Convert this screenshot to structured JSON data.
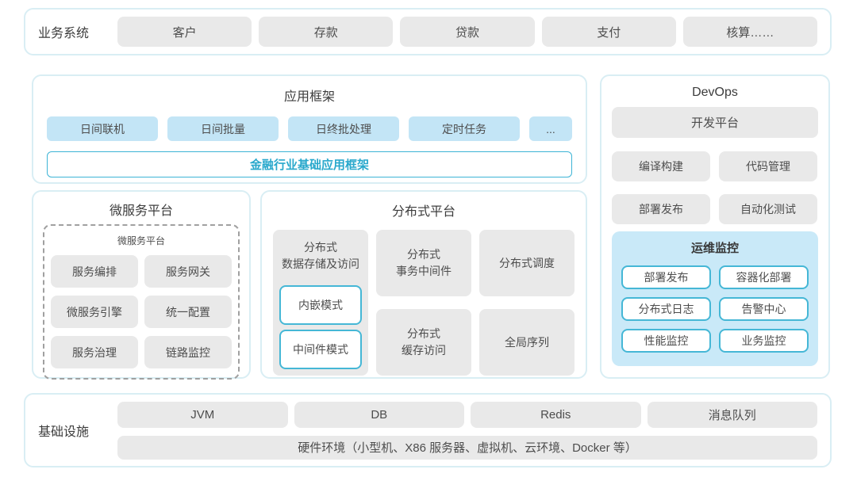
{
  "business_bar": {
    "label": "业务系统",
    "items": [
      "客户",
      "存款",
      "贷款",
      "支付",
      "核算……"
    ]
  },
  "app_framework": {
    "title": "应用框架",
    "items": [
      "日间联机",
      "日间批量",
      "日终批处理",
      "定时任务",
      "..."
    ],
    "base_framework": "金融行业基础应用框架"
  },
  "devops": {
    "title": "DevOps",
    "dev_platform": "开发平台",
    "items": [
      "编译构建",
      "代码管理",
      "部署发布",
      "自动化测试"
    ],
    "ops_monitor": {
      "title": "运维监控",
      "items": [
        "部署发布",
        "容器化部署",
        "分布式日志",
        "告警中心",
        "性能监控",
        "业务监控"
      ]
    }
  },
  "microservice": {
    "title": "微服务平台",
    "inner_title": "微服务平台",
    "items": [
      "服务编排",
      "服务网关",
      "微服务引擎",
      "统一配置",
      "服务治理",
      "链路监控"
    ]
  },
  "distributed": {
    "title": "分布式平台",
    "storage": {
      "title": "分布式\n数据存储及访问",
      "modes": [
        "内嵌模式",
        "中间件模式"
      ]
    },
    "items": [
      "分布式\n事务中间件",
      "分布式调度",
      "分布式\n缓存访问",
      "全局序列"
    ]
  },
  "infrastructure": {
    "label": "基础设施",
    "items": [
      "JVM",
      "DB",
      "Redis",
      "消息队列"
    ],
    "hardware": "硬件环境（小型机、X86 服务器、虚拟机、云环境、Docker 等）"
  },
  "colors": {
    "accent_cyan_border": "#45b7d6",
    "accent_blue_text": "#29a8cc",
    "light_blue_box": "#c3e5f6",
    "ops_monitor_bg": "#c9e9f8",
    "gray_box": "#e9e9e9",
    "panel_border": "#d9eef4"
  }
}
